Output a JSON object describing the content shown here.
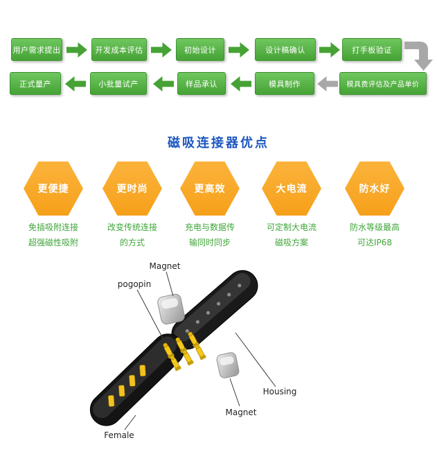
{
  "flow": {
    "row1": [
      "用户需求提出",
      "开发成本评估",
      "初始设计",
      "设计稿确认",
      "打手板验证"
    ],
    "row2": [
      "正式量产",
      "小批量试产",
      "样品承认",
      "模具制作",
      "模具费评估及产品单价"
    ]
  },
  "section_title": "磁吸连接器优点",
  "features": [
    {
      "name": "更便捷",
      "line1": "免插吸附连接",
      "line2": "超强磁性吸附"
    },
    {
      "name": "更时尚",
      "line1": "改变传统连接",
      "line2": "的方式"
    },
    {
      "name": "更高效",
      "line1": "充电与数据传",
      "line2": "输同时同步"
    },
    {
      "name": "大电流",
      "line1": "可定制大电流",
      "line2": "磁吸方案"
    },
    {
      "name": "防水好",
      "line1": "防水等级最高",
      "line2": "可达IP68"
    }
  ],
  "exploded_view": {
    "labels": {
      "magnet_top": "Magnet",
      "pogopin": "pogopin",
      "housing": "Housing",
      "magnet_bottom": "Magnet",
      "female": "Female"
    }
  },
  "colors": {
    "flow_green": "#46a235",
    "flow_green_light": "#6fc75f",
    "flow_gray": "#a8a8a8",
    "title_blue": "#1d57c0",
    "hex_orange": "#f6a01a",
    "hex_orange_light": "#fbb33b",
    "feature_green": "#3fa539",
    "pin_gold": "#f5c81b",
    "housing_black": "#1a1a1a",
    "magnet_gray": "#c9c9c9"
  }
}
